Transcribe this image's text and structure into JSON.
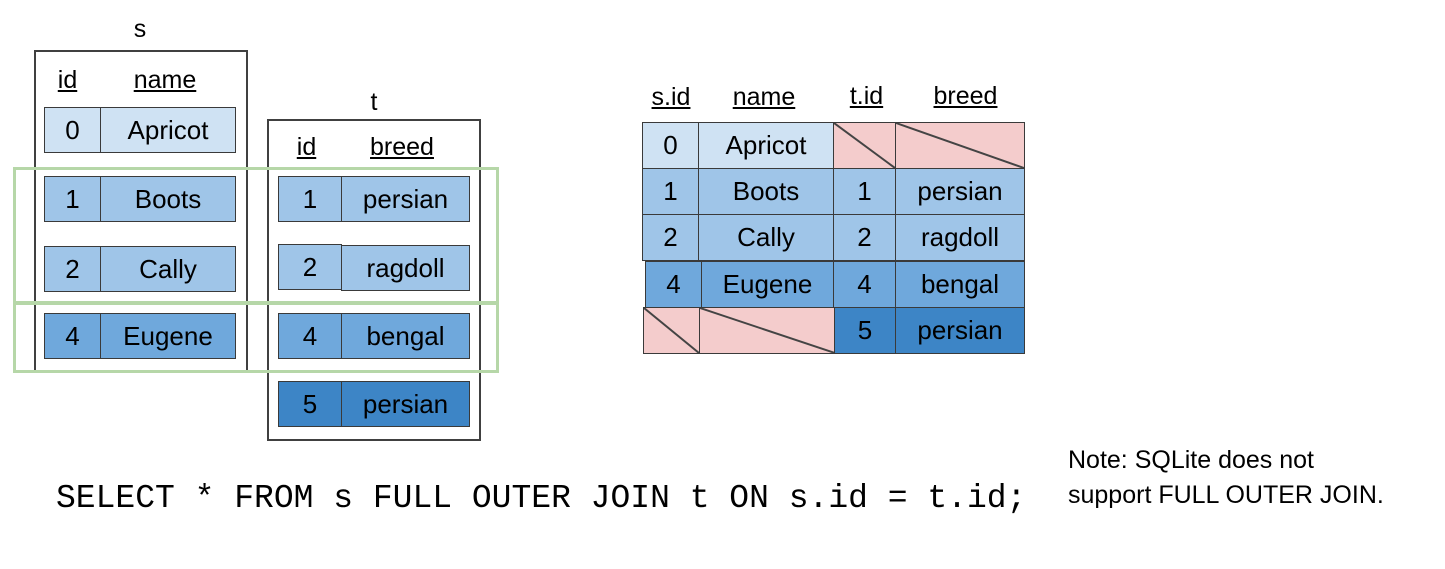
{
  "table_s": {
    "name": "s",
    "headers": [
      "id",
      "name"
    ],
    "rows": [
      {
        "id": "0",
        "name": "Apricot"
      },
      {
        "id": "1",
        "name": "Boots"
      },
      {
        "id": "2",
        "name": "Cally"
      },
      {
        "id": "4",
        "name": "Eugene"
      }
    ]
  },
  "table_t": {
    "name": "t",
    "headers": [
      "id",
      "breed"
    ],
    "rows": [
      {
        "id": "1",
        "breed": "persian"
      },
      {
        "id": "2",
        "breed": "ragdoll"
      },
      {
        "id": "4",
        "breed": "bengal"
      },
      {
        "id": "5",
        "breed": "persian"
      }
    ]
  },
  "result": {
    "headers": [
      "s.id",
      "name",
      "t.id",
      "breed"
    ],
    "rows": [
      [
        "0",
        "Apricot",
        "",
        ""
      ],
      [
        "1",
        "Boots",
        "1",
        "persian"
      ],
      [
        "2",
        "Cally",
        "2",
        "ragdoll"
      ],
      [
        "4",
        "Eugene",
        "4",
        "bengal"
      ],
      [
        "",
        "",
        "5",
        "persian"
      ]
    ]
  },
  "query": "SELECT * FROM s FULL OUTER JOIN t ON s.id = t.id;",
  "note": {
    "line1": "Note: SQLite does not",
    "line2": "support FULL OUTER JOIN."
  },
  "colors": {
    "shade1": "#cfe2f3",
    "shade2": "#9fc5e8",
    "shade3": "#6fa8dc",
    "shade4": "#3d85c6",
    "null": "#f4cccc",
    "match_outline": "#b6d7a8"
  }
}
